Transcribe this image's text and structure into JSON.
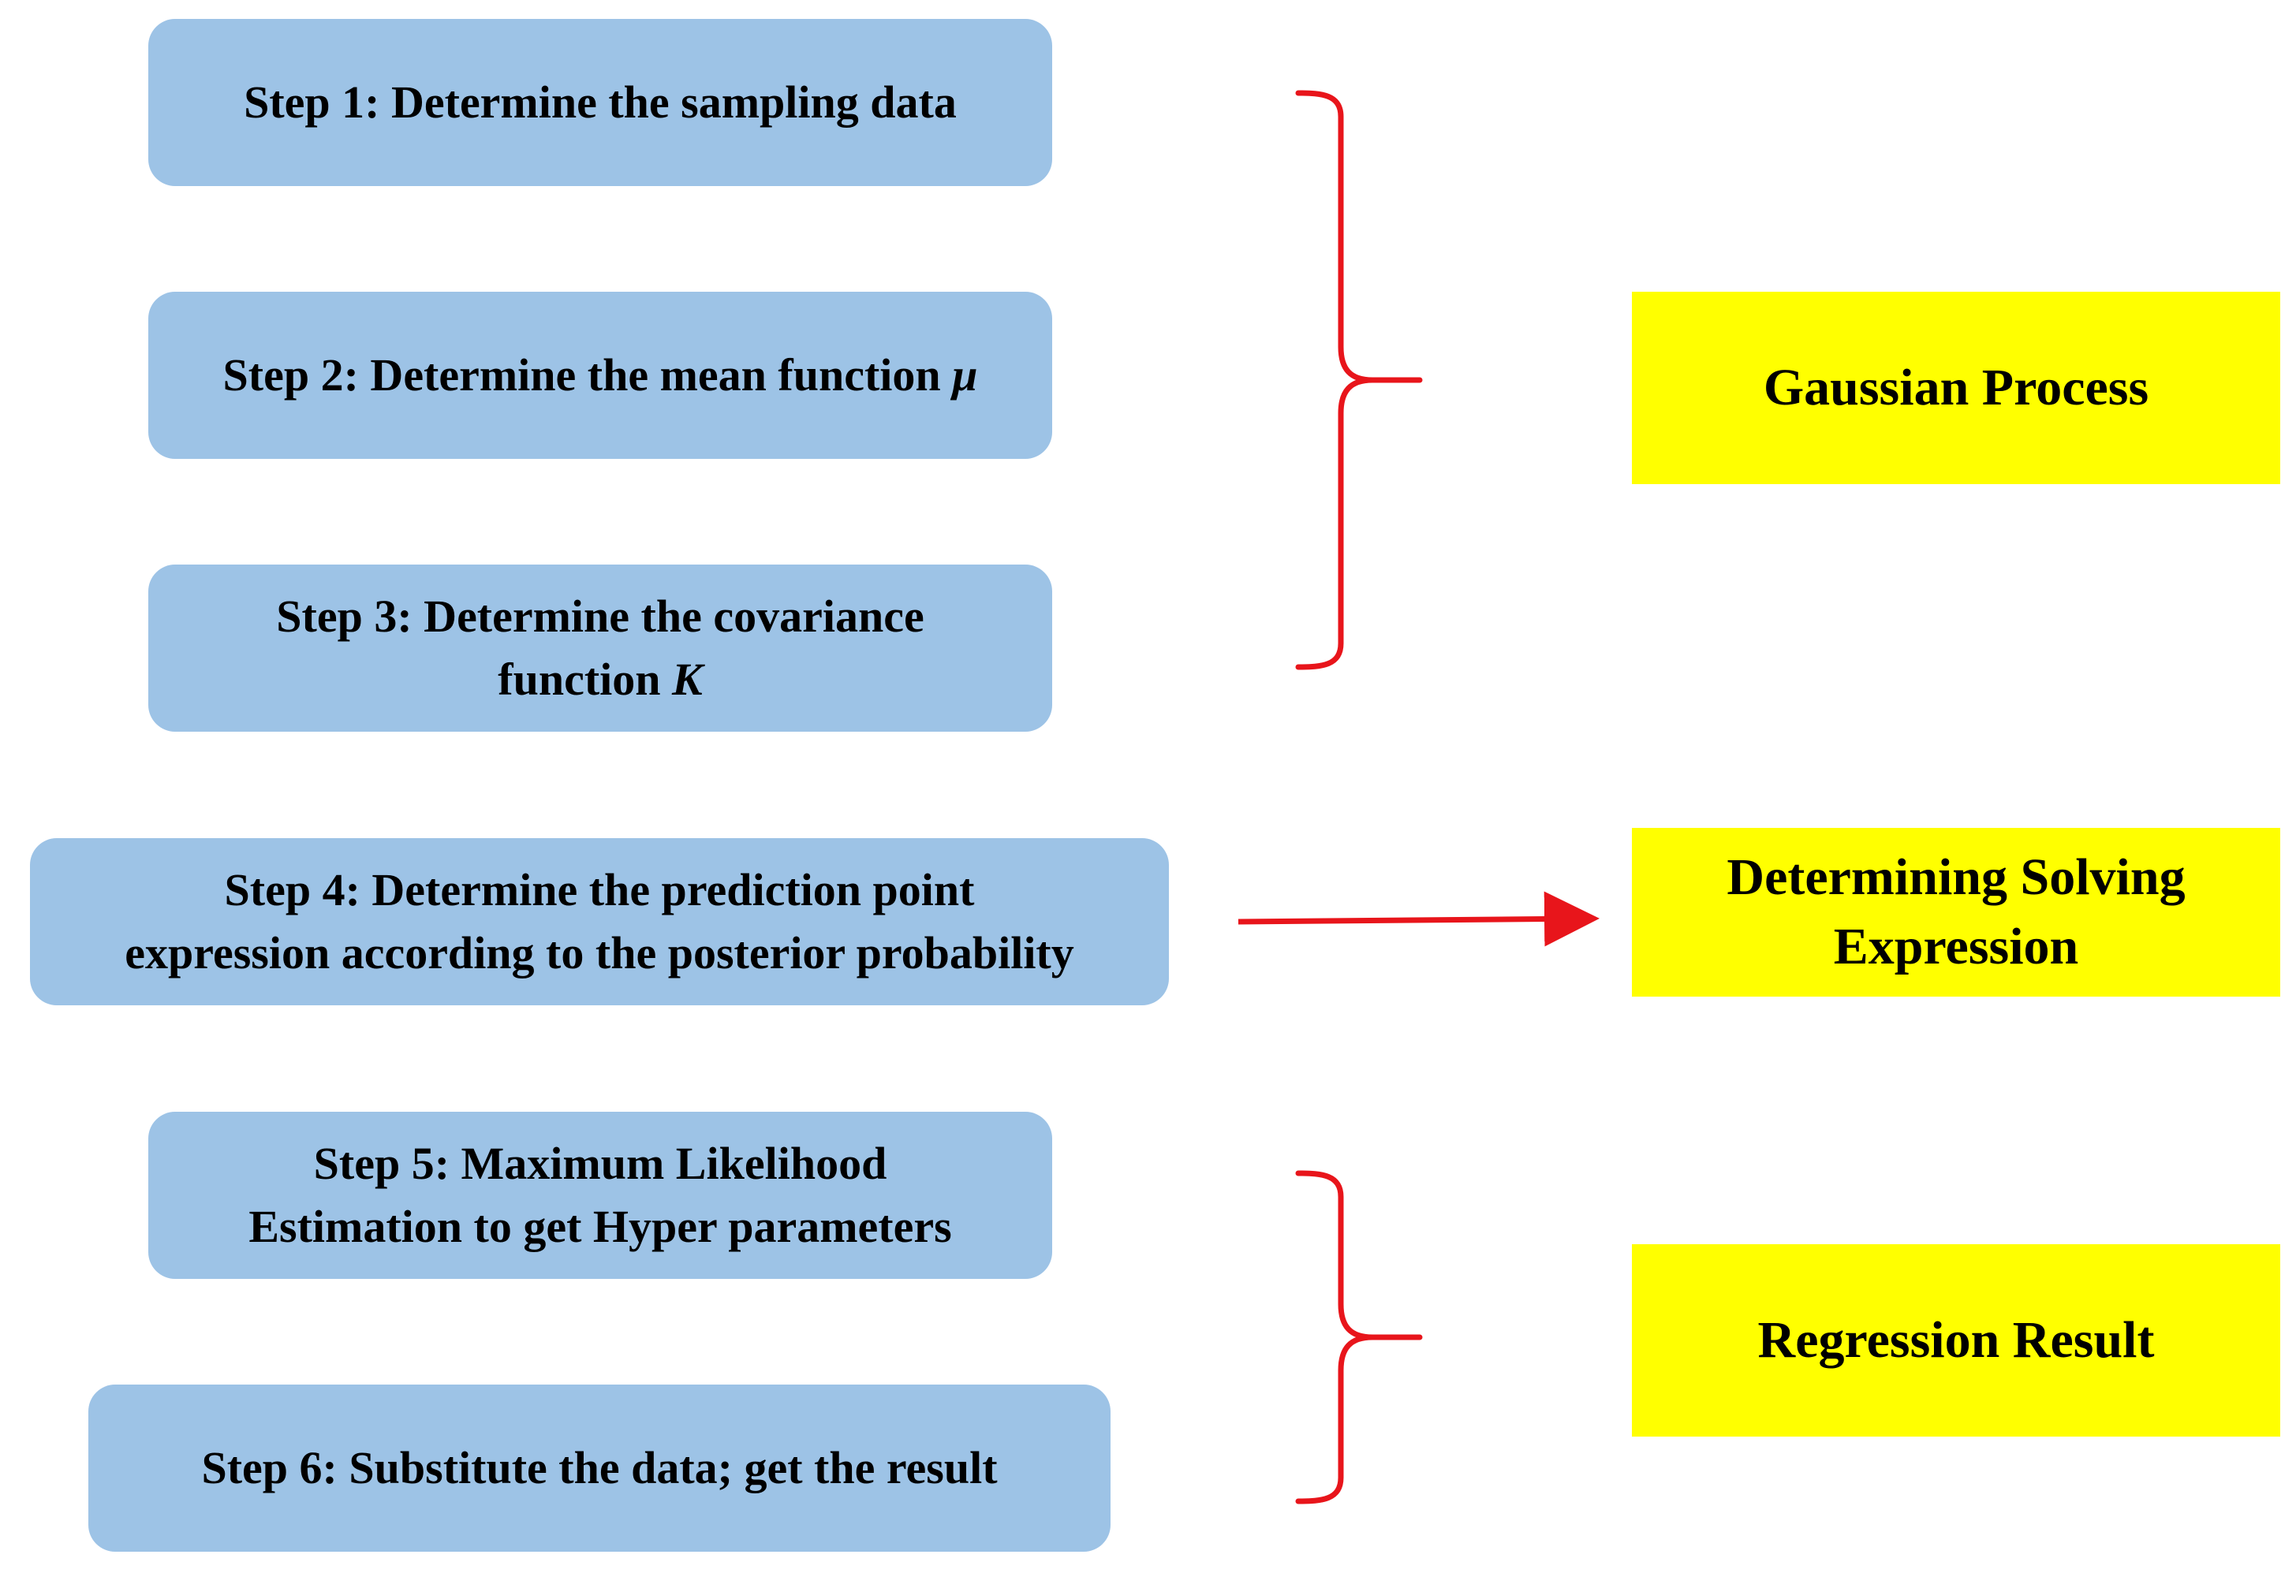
{
  "colors": {
    "step_fill": "#9dc3e6",
    "result_fill": "#ffff00",
    "connector": "#e8151b"
  },
  "steps": [
    {
      "line1": "Step 1: Determine the sampling data",
      "line2": ""
    },
    {
      "line1": "Step 2: Determine the mean function ",
      "symbol": "μ"
    },
    {
      "line1": "Step 3: Determine the covariance",
      "line2": "function ",
      "symbol": "K"
    },
    {
      "line1": "Step 4: Determine the prediction point",
      "line2": "expression according to the posterior probability"
    },
    {
      "line1": "Step 5: Maximum Likelihood",
      "line2": "Estimation to get Hyper parameters"
    },
    {
      "line1": "Step 6: Substitute the data; get the result",
      "line2": ""
    }
  ],
  "results": [
    {
      "line1": "Gaussian Process",
      "line2": ""
    },
    {
      "line1": "Determining Solving",
      "line2": "Expression"
    },
    {
      "line1": "Regression Result",
      "line2": ""
    }
  ]
}
